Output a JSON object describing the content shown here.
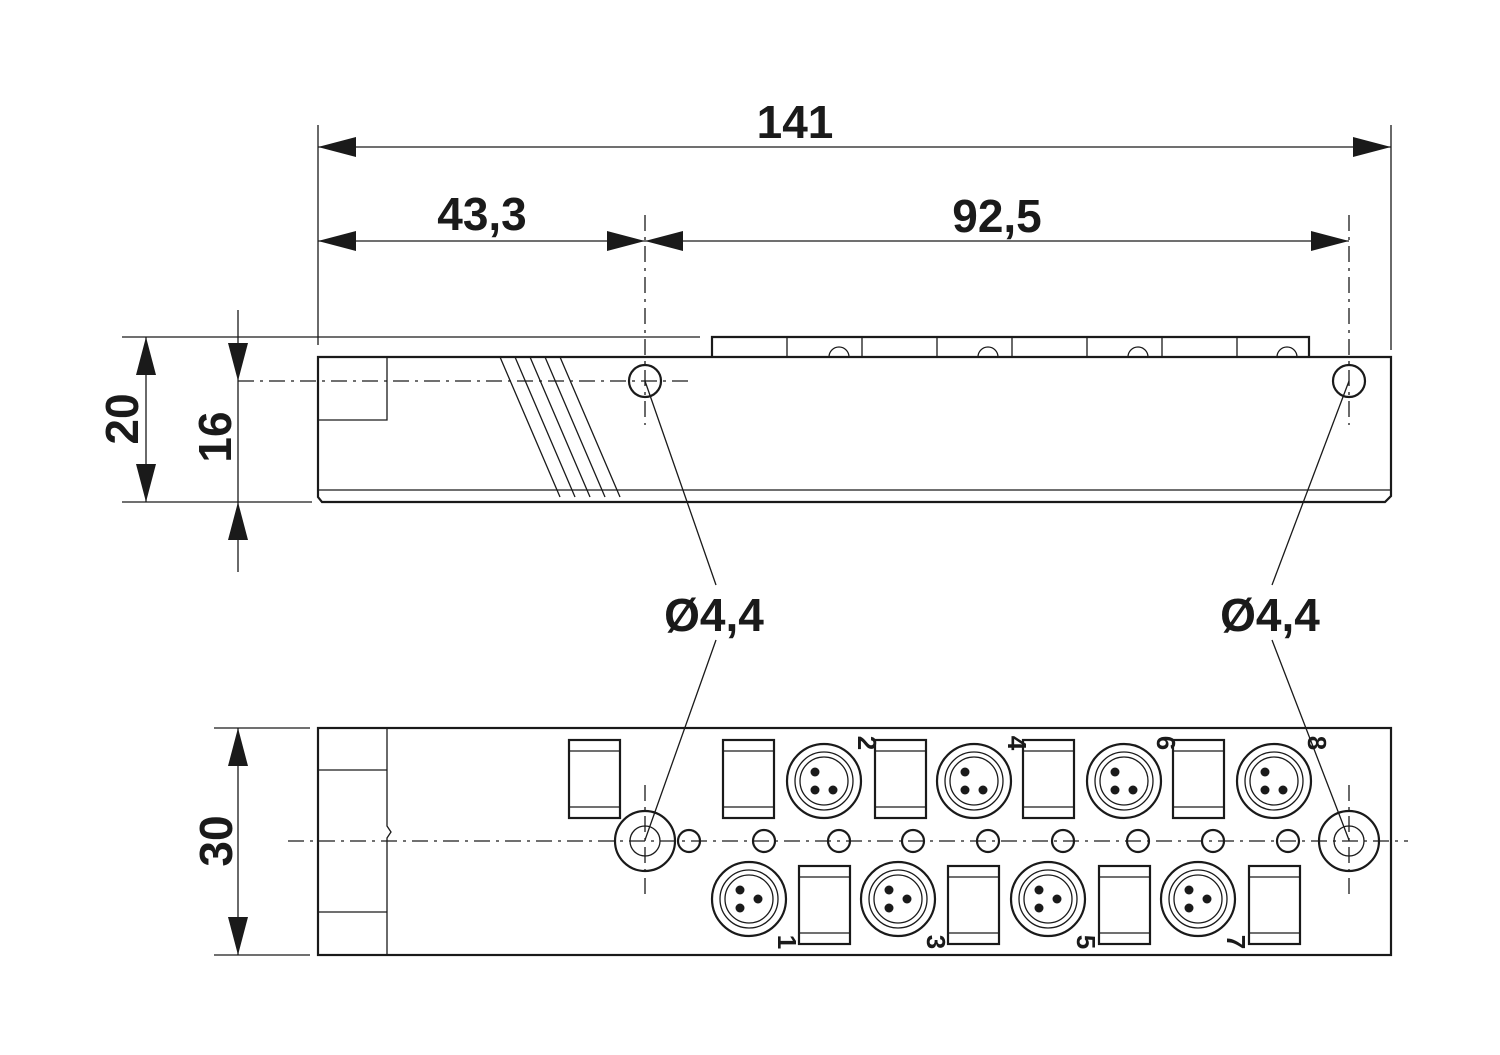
{
  "dimensions": {
    "overall_length": "141",
    "hole_offset": "43,3",
    "hole_spacing": "92,5",
    "total_height": "20",
    "body_height": "16",
    "width": "30",
    "hole_diameter_left": "Ø4,4",
    "hole_diameter_right": "Ø4,4"
  },
  "ports": {
    "top_row": [
      "2",
      "4",
      "6",
      "8"
    ],
    "bottom_row": [
      "1",
      "3",
      "5",
      "7"
    ]
  }
}
